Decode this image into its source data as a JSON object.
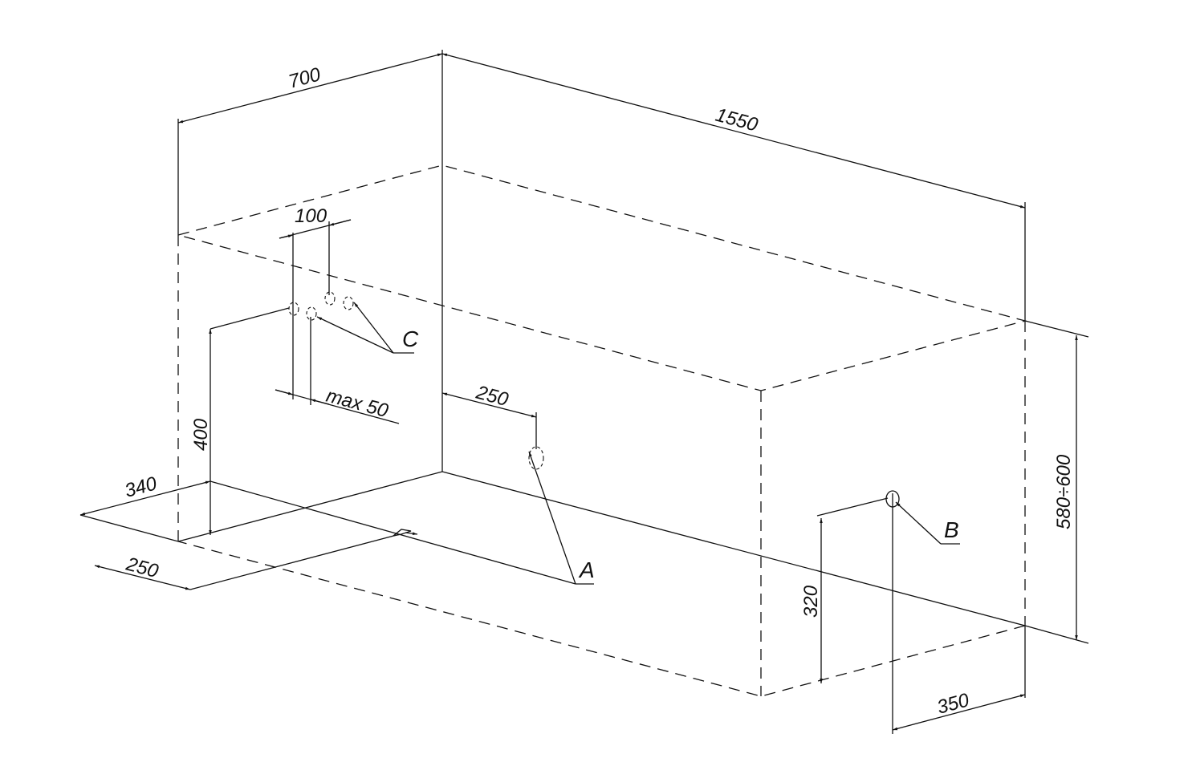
{
  "title": "Bathtub installation dimensions",
  "dimensions": {
    "width": "700",
    "length": "1550",
    "height": "580÷600",
    "faucet_spacing": "100",
    "faucet_offset": "max 50",
    "faucet_height": "400",
    "drain_from_wall": "340",
    "drain_from_side": "250",
    "overflow_offset": "250",
    "b_height": "320",
    "b_offset": "350"
  },
  "labels": {
    "a": "A",
    "b": "B",
    "c": "C"
  },
  "colors": {
    "line": "#111111",
    "background": "#ffffff"
  }
}
